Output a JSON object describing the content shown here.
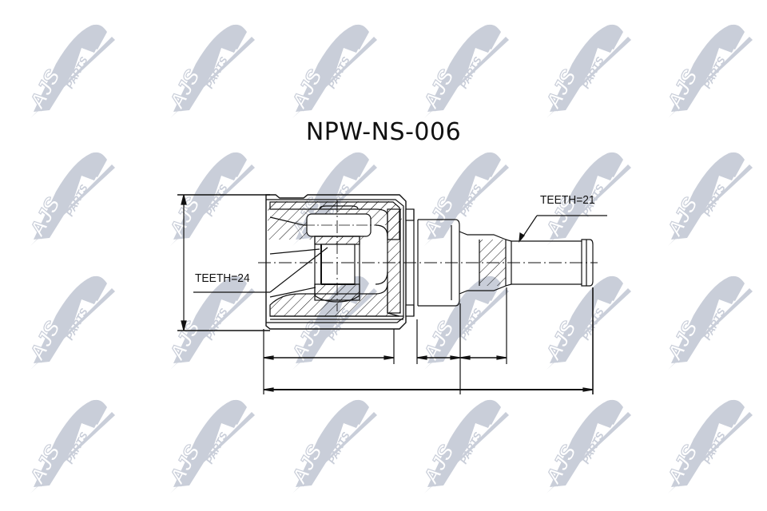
{
  "drawing": {
    "part_number": "NPW-NS-006",
    "part_type": "inner CV joint (drive shaft joint)",
    "labels": {
      "teeth_inner": "TEETH=24",
      "teeth_outer": "TEETH=21"
    }
  },
  "watermark": {
    "text_main": "AJS",
    "text_sub": "PARTS",
    "color": "#c9ced9",
    "columns_x": [
      22,
      197,
      350,
      515,
      668,
      820
    ],
    "rows_y": [
      20,
      180,
      335,
      490
    ]
  },
  "colors": {
    "line": "#111111",
    "background": "#ffffff"
  }
}
